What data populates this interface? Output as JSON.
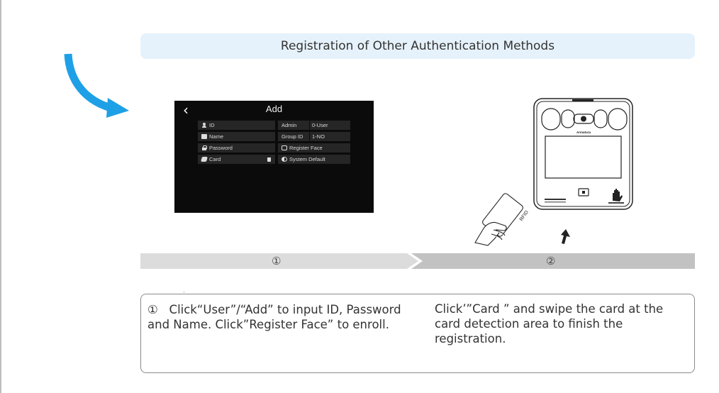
{
  "section_title": "Registration of Other Authentication Methods",
  "screen": {
    "back_symbol": "‹",
    "title": "Add",
    "left_rows": [
      {
        "label": "ID",
        "icon": "person-icon"
      },
      {
        "label": "Name",
        "icon": "id-card-icon"
      },
      {
        "label": "Password",
        "icon": "lock-icon"
      },
      {
        "label": "Card",
        "icon": "card-icon"
      }
    ],
    "right_rows": [
      {
        "label": "Admin",
        "value": "0-User"
      },
      {
        "label": "Group ID",
        "value": "1-NO"
      },
      {
        "label": "Register Face",
        "value": ""
      },
      {
        "label": "System Default",
        "value": ""
      }
    ]
  },
  "device": {
    "brand": "Armatura",
    "rfid_label": "RFID"
  },
  "steps": {
    "step1": "①",
    "step2": "②"
  },
  "descriptions": {
    "step1_marker": "①",
    "step1_text": "Click“User”/“Add” to input ID, Password and Name. Click”Register Face” to enroll.",
    "step2_text": "Click’”Card ” and swipe the card at the card detection area to finish the registration."
  },
  "colors": {
    "title_bg": "#e6f2fb",
    "arrow_blue": "#1ea0e6",
    "band_light": "#dcdcdc",
    "band_dark": "#c2c2c2"
  }
}
